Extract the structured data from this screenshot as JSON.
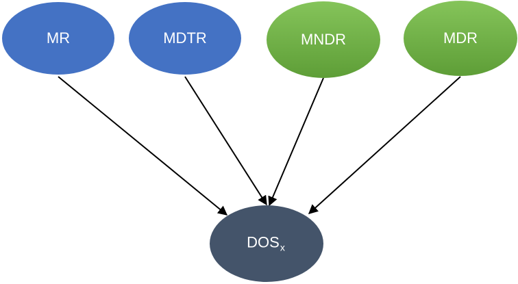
{
  "diagram": {
    "nodes": {
      "mr": {
        "label": "MR"
      },
      "mdtr": {
        "label": "MDTR"
      },
      "mndr": {
        "label": "MNDR"
      },
      "mdr": {
        "label": "MDR"
      },
      "dos": {
        "label_main": "DOS",
        "label_sub": "x"
      }
    },
    "colors": {
      "blue_fill": "#4472C4",
      "green_fill_top": "#85C45A",
      "green_fill_bottom": "#5E9E37",
      "dark_fill": "#44546A",
      "arrow": "#000000",
      "text": "#FFFFFF"
    }
  }
}
